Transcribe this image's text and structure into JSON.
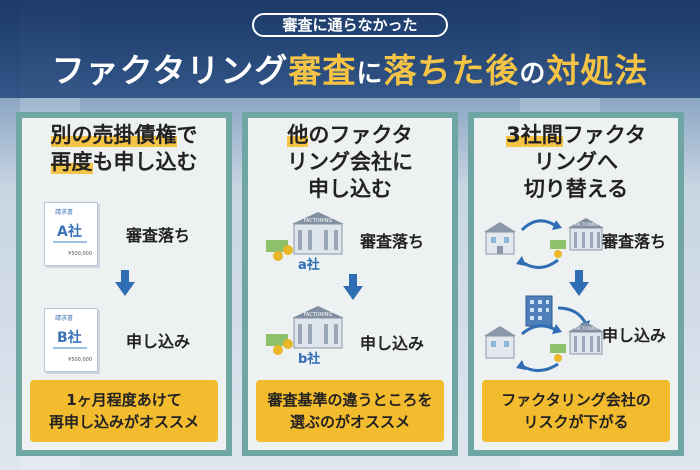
{
  "header": {
    "subtitle": "審査に通らなかった",
    "title_part1": "ファクタリング",
    "title_accent": "審査",
    "title_part2": "に",
    "title_accent2": "落ちた後",
    "title_part3": "の",
    "title_accent3": "対処法"
  },
  "cards": [
    {
      "title_hl1": "別の売掛債権",
      "title_rest1": "で",
      "title_hl2": "再度",
      "title_rest2": "も申し込む",
      "top_label": "審査落ち",
      "bottom_label": "申し込み",
      "invoice_header": "請求書",
      "invoice_top_company": "A社",
      "invoice_bottom_company": "B社",
      "invoice_amount": "¥500,000",
      "footer": "1ヶ月程度あけて\n再申し込みがオススメ"
    },
    {
      "title_hl1": "他",
      "title_rest1": "のファクタ\nリング会社に\n申し込む",
      "top_label": "審査落ち",
      "bottom_label": "申し込み",
      "factory_sign": "FACTORING",
      "top_company": "a社",
      "bottom_company": "b社",
      "footer": "審査基準の違うところを\n選ぶのがオススメ"
    },
    {
      "title_hl1": "3社間",
      "title_rest1": "ファクタ\nリングへ\n切り替える",
      "top_label": "審査落ち",
      "bottom_label": "申し込み",
      "factory_sign": "FACTORING",
      "footer": "ファクタリング会社の\nリスクが下がる"
    }
  ],
  "colors": {
    "card_border": "#6fa6a4",
    "accent_yellow": "#f3bb2e",
    "arrow_blue": "#2f6db5",
    "header_navy": "#163464"
  }
}
